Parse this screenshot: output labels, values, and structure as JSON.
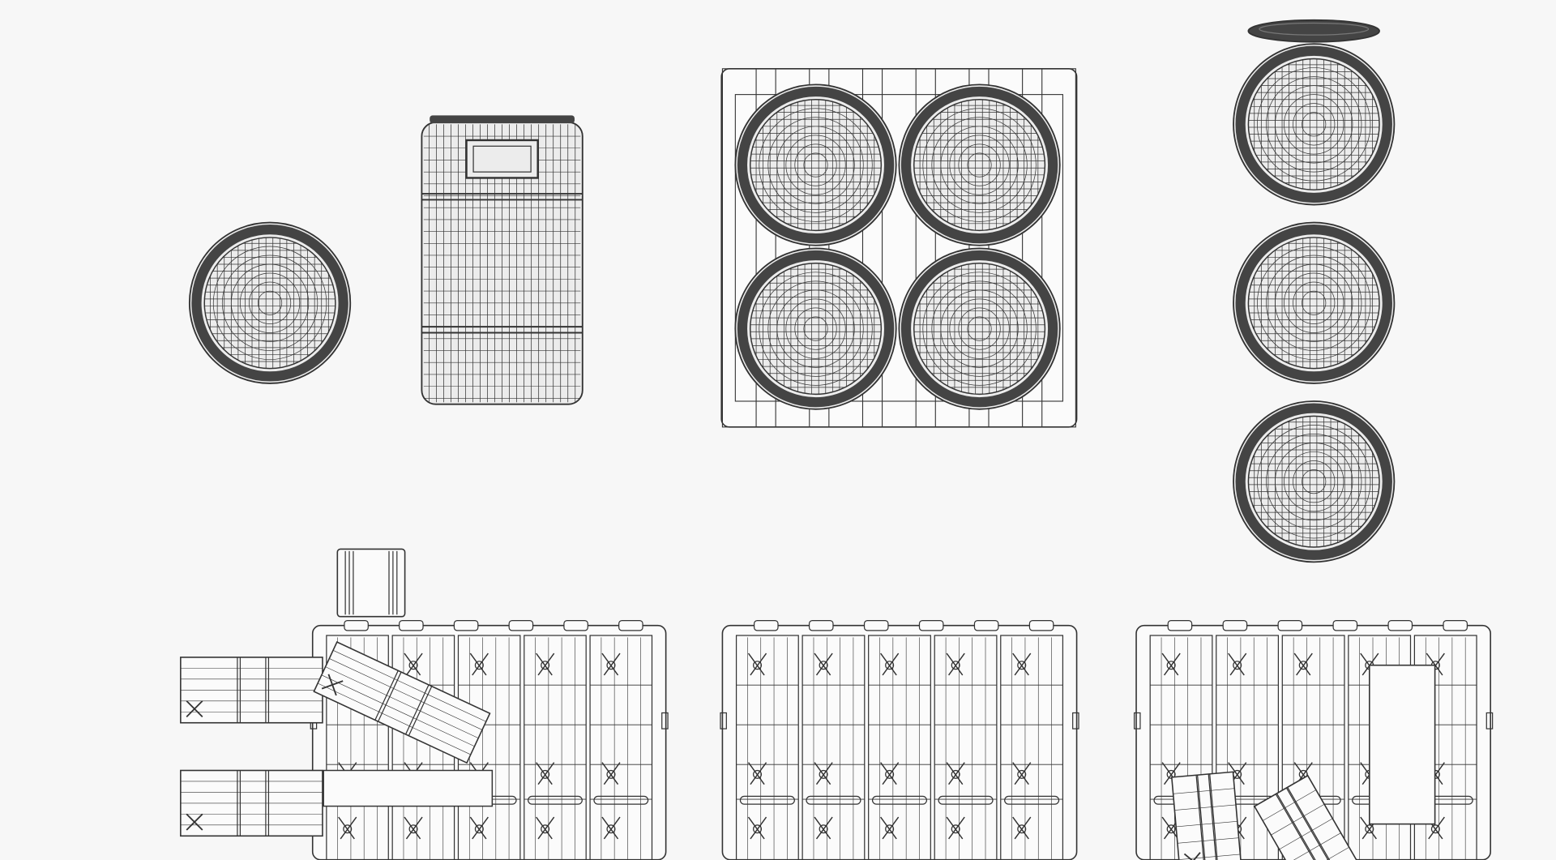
{
  "colors": {
    "background": "#f7f7f7",
    "wire": "#333333",
    "rim": "#444444",
    "fill": "#ececec"
  },
  "scene": {
    "objects": [
      "barrel-top-view",
      "barrel-side-view",
      "pallet-four-barrels-top",
      "barrel-column-with-lid",
      "pallet-bottom-left",
      "pallet-bottom-middle",
      "pallet-bottom-right"
    ]
  }
}
